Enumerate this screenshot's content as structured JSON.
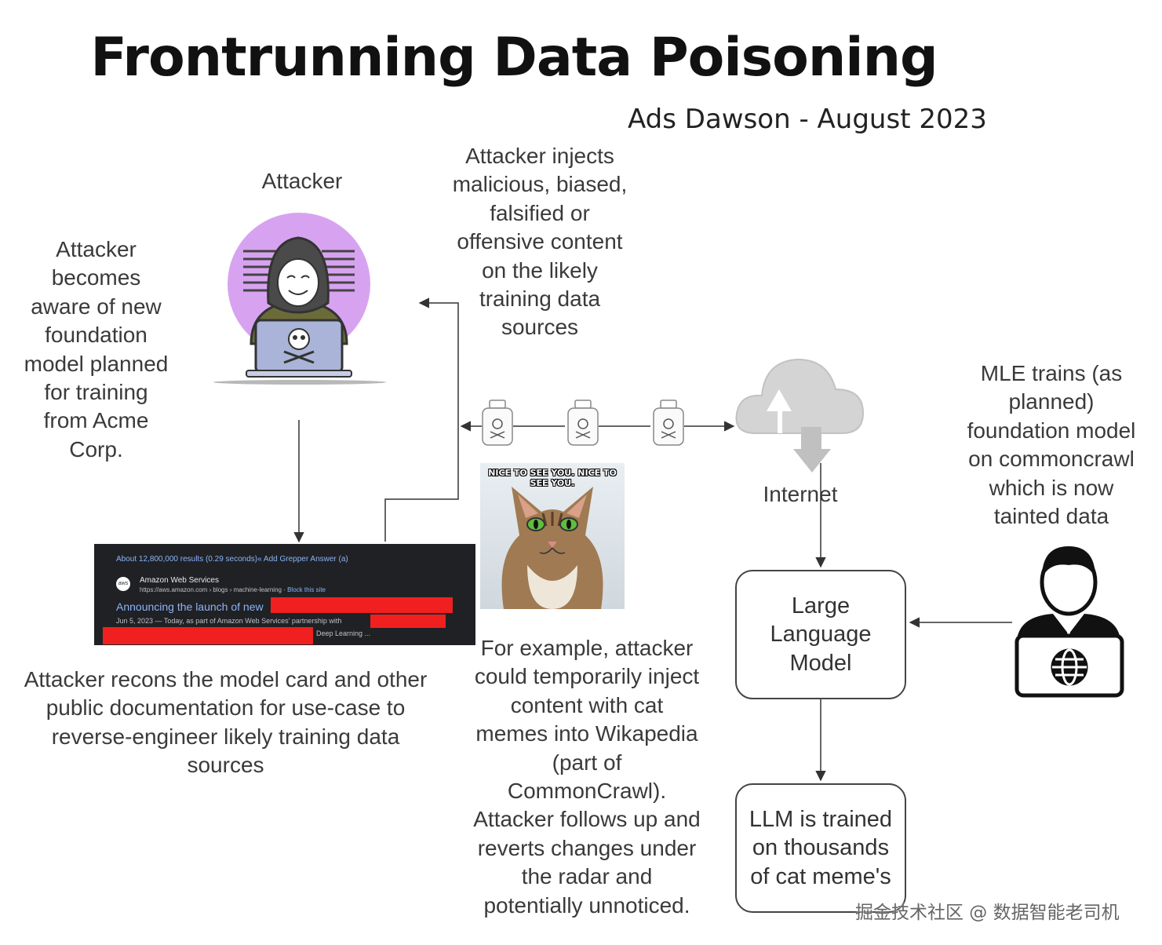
{
  "title": "Frontrunning Data Poisoning",
  "subtitle": "Ads Dawson - August 2023",
  "labels": {
    "attacker": "Attacker",
    "internet": "Internet"
  },
  "notes": {
    "aware": "Attacker\nbecomes\naware of new\nfoundation\nmodel planned\nfor training\nfrom Acme\nCorp.",
    "injects": "Attacker injects\nmalicious, biased,\nfalsified or\noffensive content\non the likely\ntraining data\nsources",
    "mle": "MLE trains (as\nplanned)\nfoundation model\non commoncrawl\nwhich is now\ntainted data",
    "recons": "Attacker recons the model card and other\npublic documentation for use-case to\nreverse-engineer likely training data\nsources",
    "example": "For example, attacker\ncould temporarily inject\ncontent with cat\nmemes into Wikapedia\n(part of\nCommonCrawl).\nAttacker follows up and\nreverts changes under\nthe radar and\npotentially unnoticed."
  },
  "boxes": {
    "llm": "Large\nLanguage\nModel",
    "trained": "LLM is trained\non thousands\nof cat meme's"
  },
  "search_result": {
    "meta": "About 12,800,000 results (0.29 seconds)",
    "meta_link": "« Add Grepper Answer (a)",
    "site": "Amazon Web Services",
    "url": "https://aws.amazon.com › blogs › machine-learning ·",
    "url_link": "Block this site",
    "headline": "Announcing the launch of new",
    "date": "Jun 5, 2023 — Today, as part of Amazon Web Services' partnership with",
    "snippet_end": "Deep Learning ...",
    "favicon": "aws"
  },
  "meme": {
    "caption": "NICE TO SEE YOU. NICE TO SEE YOU."
  },
  "watermark": "掘金技术社区 @ 数据智能老司机",
  "icons": {
    "hacker": "hacker-icon",
    "skull": "skull-icon",
    "cloud": "cloud-icon",
    "poison_bottle": "poison-bottle-icon",
    "engineer": "engineer-icon",
    "globe": "globe-icon",
    "cat": "cat-image"
  },
  "colors": {
    "hacker_circle": "#d7a3f0",
    "redaction": "#f02020",
    "search_bg": "#202124",
    "link_blue": "#8ab4f8"
  }
}
